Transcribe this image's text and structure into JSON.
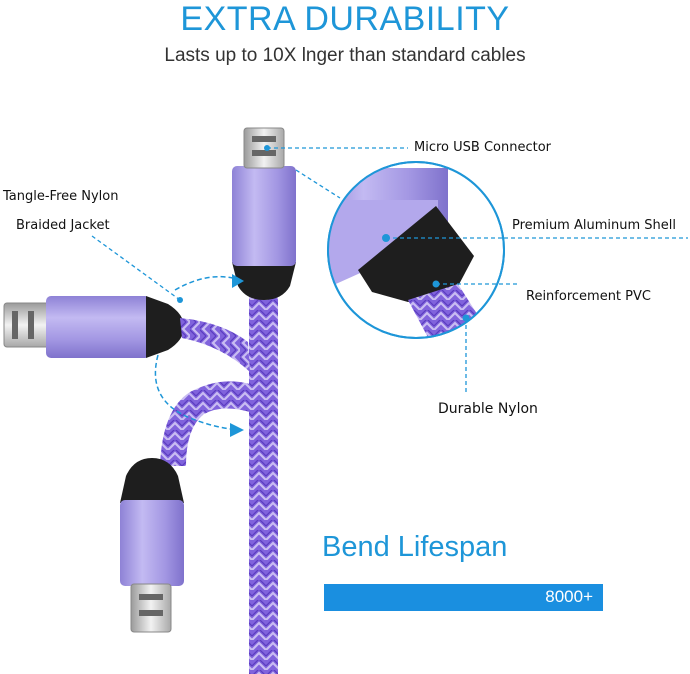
{
  "title": "EXTRA DURABILITY",
  "subtitle": "Lasts up to 10X lnger than standard cables",
  "labels": {
    "micro_usb": "Micro USB Connector",
    "tangle_line1": "Tangle-Free Nylon",
    "tangle_line2": "Braided Jacket",
    "aluminum": "Premium Aluminum Shell",
    "pvc": "Reinforcement PVC",
    "nylon": "Durable Nylon"
  },
  "bend": {
    "title": "Bend Lifespan",
    "value": "8000+"
  },
  "colors": {
    "accent": "#1e96d8",
    "bar": "#1a8fe0",
    "connector": "#a79be2",
    "braid": "#7a5ad6",
    "boot": "#222222"
  }
}
